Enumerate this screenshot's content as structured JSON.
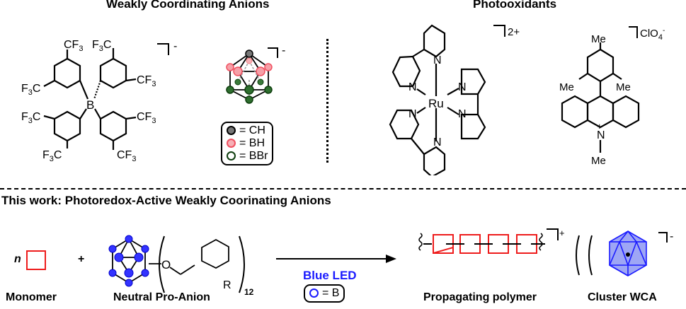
{
  "top_left": {
    "heading": "Weakly Coordinating Anions",
    "borate": {
      "center_atom": "B",
      "substituents": [
        "CF",
        "F",
        "C"
      ],
      "charge": "-"
    },
    "carborane": {
      "charge": "-",
      "legend": [
        {
          "label": "= CH",
          "color": "#555555"
        },
        {
          "label": "= BH",
          "color": "#f08080"
        },
        {
          "label": "= BBr",
          "color": "#1e5c1e"
        }
      ]
    }
  },
  "top_right": {
    "heading": "Photooxidants",
    "ru_complex": {
      "metal": "Ru",
      "donor": "N",
      "charge": "2+"
    },
    "acridinium": {
      "methyl": "Me",
      "nitrogen": "N",
      "plus": "+",
      "counterion": "ClO",
      "counterion_sub": "4",
      "counterion_sup": "-"
    }
  },
  "bottom": {
    "heading": "This work: Photoredox-Active Weakly Coorinating Anions",
    "monomer": {
      "prefix": "n",
      "label": "Monomer",
      "color": "#ee1c1c"
    },
    "plus": "+",
    "pro_anion": {
      "oxygen": "O",
      "r_group": "R",
      "subscript": "12",
      "label": "Neutral Pro-Anion",
      "color": "#1a1aff"
    },
    "arrow": {
      "condition": "Blue LED",
      "condition_color": "#1a1aff",
      "legend_label": "= B"
    },
    "polymer": {
      "label": "Propagating polymer",
      "charge": "+"
    },
    "cluster": {
      "label": "Cluster WCA",
      "charge": "-",
      "fill": "#9ea6f5",
      "stroke": "#1a1aff"
    }
  }
}
